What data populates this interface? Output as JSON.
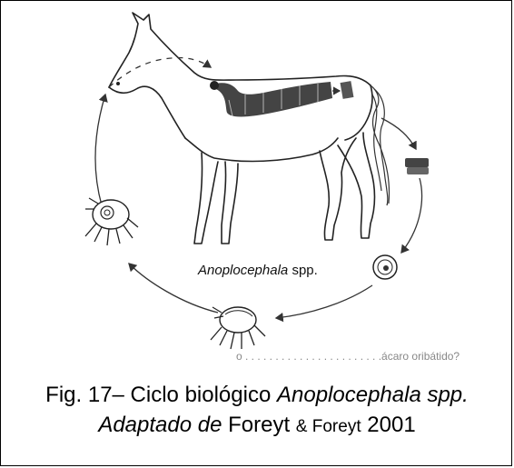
{
  "diagram": {
    "species_label_genus": "Anoplocephala",
    "species_label_spp": "spp.",
    "cut_text": "o . . . . . . . . . . . . . . . . . . . . . . .ácaro oribátido?"
  },
  "caption": {
    "line1_plain": "Fig. 17– Ciclo biológico ",
    "line1_italic": "Anoplocephala spp.",
    "line2_italic": "Adaptado de",
    "line2_author1": " Foreyt ",
    "line2_amp": "& Foreyt",
    "line2_year": " 2001"
  },
  "icons": {
    "horse": "horse-illustration",
    "tapeworm": "tapeworm-icon",
    "proglottid": "proglottid-icon",
    "egg": "egg-icon",
    "mite_bottom": "oribatid-mite-icon",
    "mite_left": "infected-mite-icon"
  }
}
